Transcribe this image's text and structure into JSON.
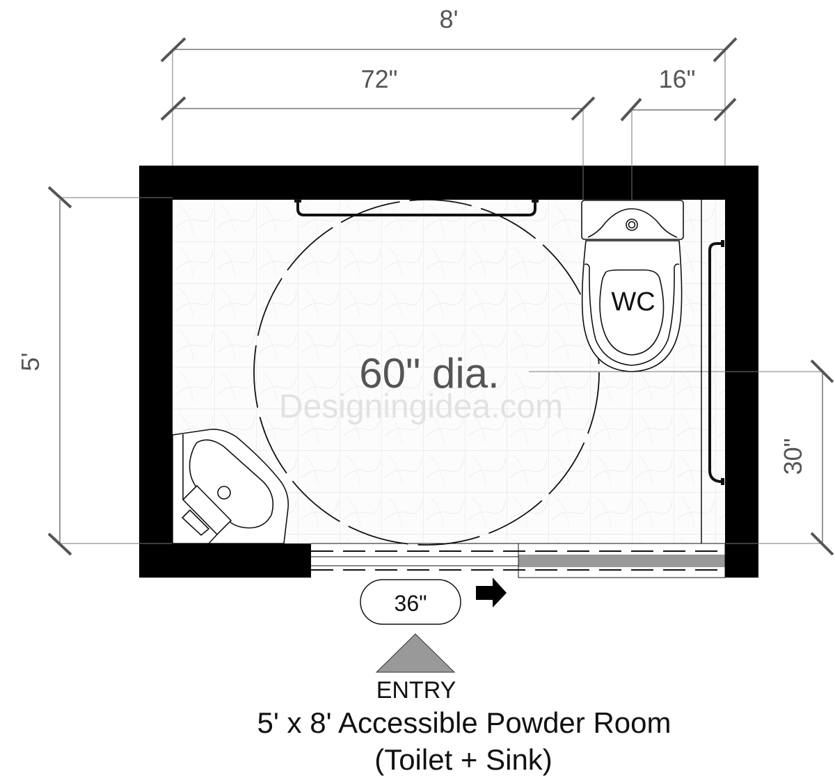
{
  "title": "5' x 8' Accessible Powder Room",
  "subtitle": "(Toilet + Sink)",
  "entry_label": "ENTRY",
  "door_width_label": "36\"",
  "turning_circle_label": "60\" dia.",
  "watermark": "Designingidea.com",
  "toilet_label": "WC",
  "dimensions": {
    "overall_width": "8'",
    "clear_width": "72\"",
    "toilet_offset": "16\"",
    "overall_depth": "5'",
    "grab_bar_height": "30\""
  },
  "colors": {
    "wall": "#000000",
    "dim_line": "#777777",
    "dim_text": "#555555",
    "tile_line": "#e2e2e2",
    "door_panel": "#999999",
    "entry_arrow": "#999999"
  }
}
